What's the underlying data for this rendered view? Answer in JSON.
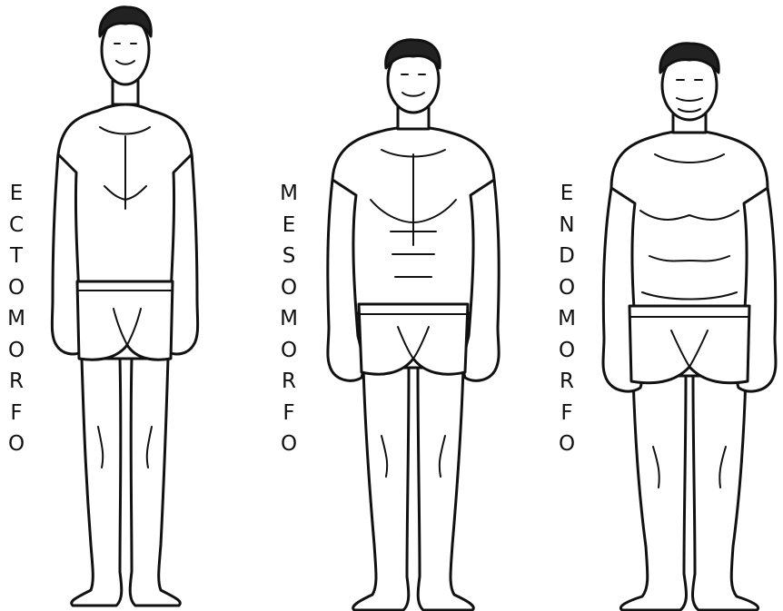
{
  "palette": {
    "background": "#ffffff",
    "line": "#111111",
    "skin": "#ffffff",
    "text": "#111111"
  },
  "figures": [
    {
      "key": "ecto",
      "label": "ECTOMORFO",
      "body_type": "ectomorph",
      "icon": "body-figure-icon"
    },
    {
      "key": "meso",
      "label": "MESOMORFO",
      "body_type": "mesomorph",
      "icon": "body-figure-icon"
    },
    {
      "key": "endo",
      "label": "ENDOMORFO",
      "body_type": "endomorph",
      "icon": "body-figure-icon"
    }
  ]
}
